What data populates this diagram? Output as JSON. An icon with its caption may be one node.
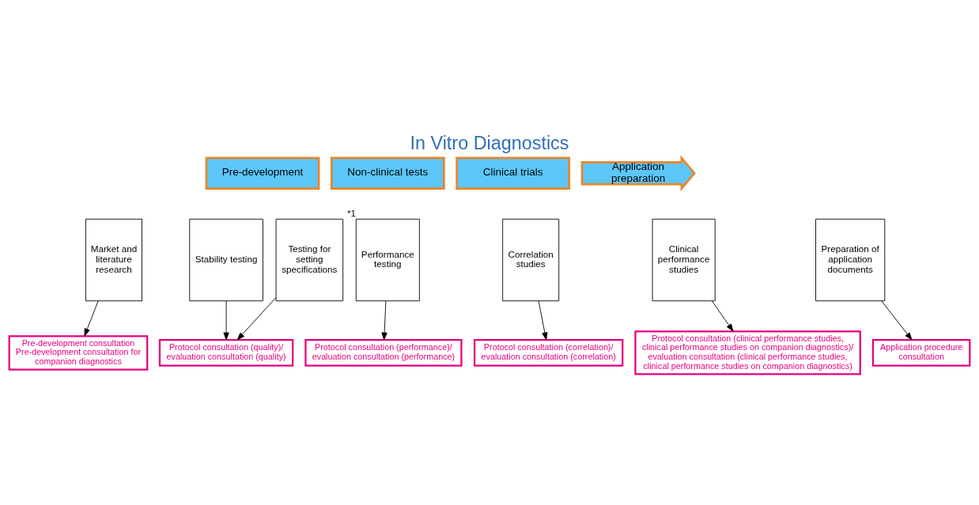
{
  "diagram": {
    "title": "In Vitro Diagnostics",
    "nodes": [
      {
        "text": [
          "Pre-development"
        ]
      },
      {
        "text": [
          "Non-clinical tests"
        ]
      },
      {
        "text": [
          "Clinical trials"
        ]
      },
      {
        "text": [
          "Application preparation"
        ]
      },
      {
        "text": [
          "Market and literature research"
        ]
      },
      {
        "text": [
          "Stability testing"
        ]
      },
      {
        "text": [
          "Testing for setting specifications"
        ]
      },
      {
        "text": [
          "Performance testing"
        ],
        "beside": [
          "*1"
        ]
      },
      {
        "text": [
          "Correlation studies"
        ]
      },
      {
        "text": [
          "Clinical performance studies"
        ]
      },
      {
        "text": [
          "Preparation of application documents"
        ]
      },
      {
        "text": [
          "Pre-development consultation",
          "Pre-development consultation for companion diagnostics"
        ]
      },
      {
        "text": [
          "Protocol consultation (correlation)/ evaluation consultation (correlation)"
        ]
      },
      {
        "text": [
          "Application procedure consultation"
        ]
      },
      {
        "text": [
          "Protocol consultation (quality)/ evaluation consultation (quality)"
        ]
      },
      {
        "text": [
          "Protocol consultation (performance)/ evaluation consultation (performance)"
        ]
      },
      {
        "text": [
          "Protocol consultation (clinical performance studies, clinical performance studies on companion diagnostics)/ evaluation consultation (clinical performance studies, clinical performance studies on companion diagnostics)"
        ]
      }
    ],
    "edges": [
      {
        "from": 4,
        "to": 11,
        "arrow": "to"
      },
      {
        "from": 5,
        "to": 14,
        "arrow": "to"
      },
      {
        "from": 6,
        "to": 14,
        "arrow": "to"
      },
      {
        "from": 7,
        "to": 15,
        "arrow": "to"
      },
      {
        "from": 8,
        "to": 12,
        "arrow": "to"
      },
      {
        "from": 9,
        "to": 16,
        "arrow": "to"
      },
      {
        "from": 10,
        "to": 13,
        "arrow": "to"
      }
    ]
  }
}
